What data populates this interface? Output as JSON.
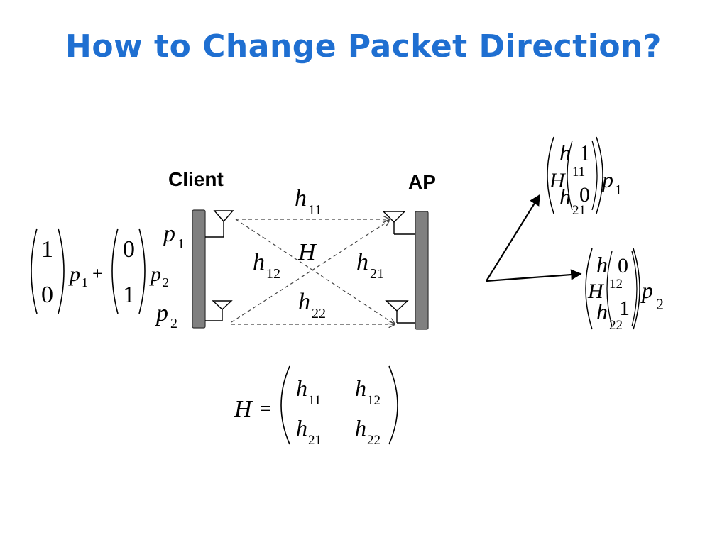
{
  "slide": {
    "title": "How to Change Packet Direction?"
  },
  "labels": {
    "client": "Client",
    "ap": "AP"
  },
  "symbols": {
    "h": "h",
    "H": "H",
    "p": "p",
    "plus": "+",
    "equals": "=",
    "sub_11": "11",
    "sub_12": "12",
    "sub_21": "21",
    "sub_22": "22",
    "sub_1": "1",
    "sub_2": "2",
    "one": "1",
    "zero": "0"
  },
  "colors": {
    "title": "#1f6fd1",
    "panel": "#808080"
  }
}
